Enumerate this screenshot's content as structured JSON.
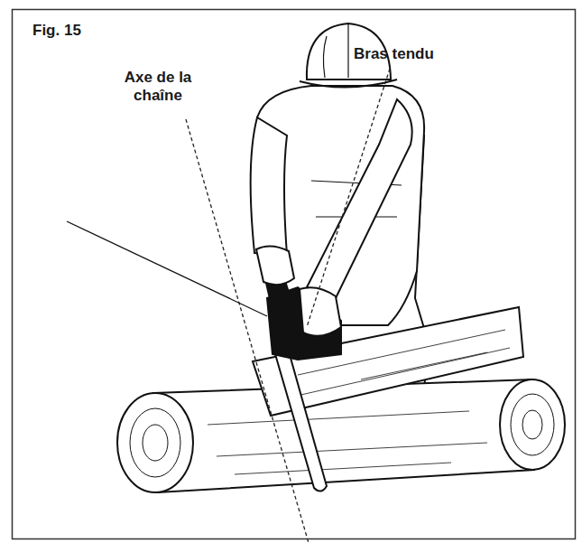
{
  "diagram": {
    "title": "Fig. 15",
    "labels": [
      "Axe de la chaîne",
      "Bras tendu"
    ]
  }
}
